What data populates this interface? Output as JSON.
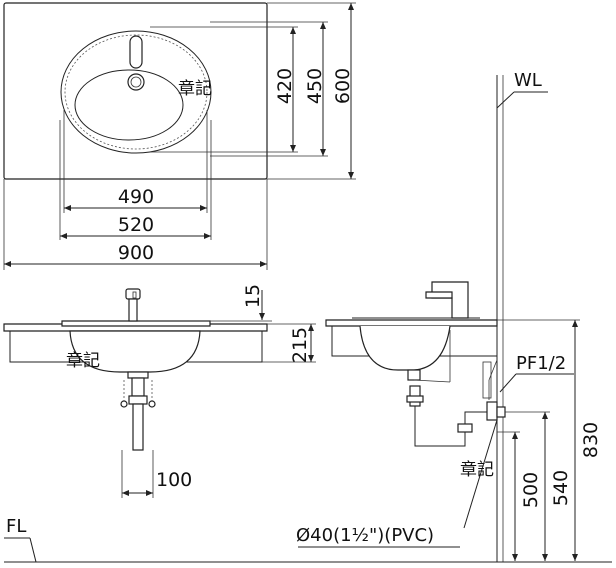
{
  "labels": {
    "wl": "WL",
    "fl": "FL",
    "pf": "PF1/2",
    "pipe": "Ø40(1½\")(PVC)",
    "stamp": "章記"
  },
  "dimensions": {
    "d420": "420",
    "d450": "450",
    "d600": "600",
    "d490": "490",
    "d520": "520",
    "d900": "900",
    "d15": "15",
    "d215": "215",
    "d100": "100",
    "d830": "830",
    "d540": "540",
    "d500": "500"
  }
}
